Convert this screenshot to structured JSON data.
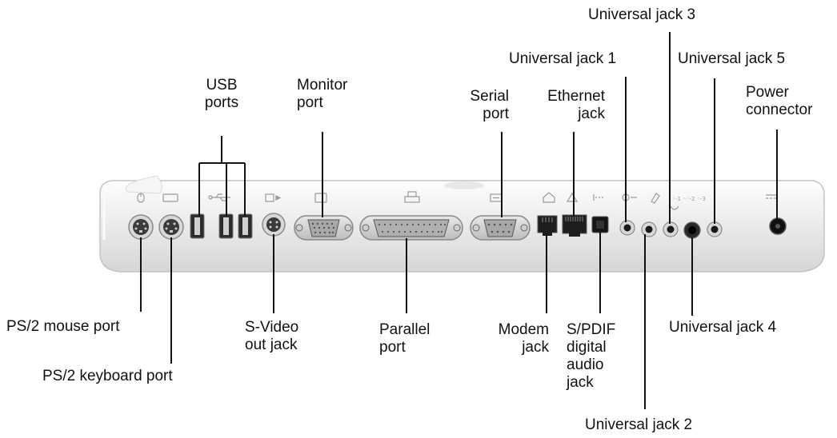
{
  "labels": {
    "usb_ports": [
      "USB",
      "ports"
    ],
    "monitor_port": [
      "Monitor",
      "port"
    ],
    "serial_port": [
      "Serial",
      "port"
    ],
    "ethernet_jack": [
      "Ethernet",
      "jack"
    ],
    "universal_jack_1": "Universal jack 1",
    "universal_jack_2": "Universal jack 2",
    "universal_jack_3": "Universal jack 3",
    "universal_jack_4": "Universal jack 4",
    "universal_jack_5": "Universal jack 5",
    "power_connector": [
      "Power",
      "connector"
    ],
    "ps2_mouse_port": "PS/2 mouse port",
    "ps2_keyboard_port": "PS/2 keyboard port",
    "svideo_out_jack": [
      "S-Video",
      "out jack"
    ],
    "parallel_port": [
      "Parallel",
      "port"
    ],
    "modem_jack": [
      "Modem",
      "jack"
    ],
    "spdif_jack": [
      "S/PDIF",
      "digital",
      "audio",
      "jack"
    ]
  },
  "icons": [
    "mouse-icon",
    "keyboard-icon",
    "usb-icon",
    "svideo-icon",
    "monitor-icon",
    "printer-icon",
    "serial-icon",
    "modem-icon",
    "ethernet-icon",
    "spdif-icon",
    "audio-icon",
    "power-icon"
  ],
  "colors": {
    "dock_body": "#eeeeee",
    "dock_edge": "#c9c9c9",
    "port_dark": "#2a2a2a",
    "leader": "#111111"
  }
}
